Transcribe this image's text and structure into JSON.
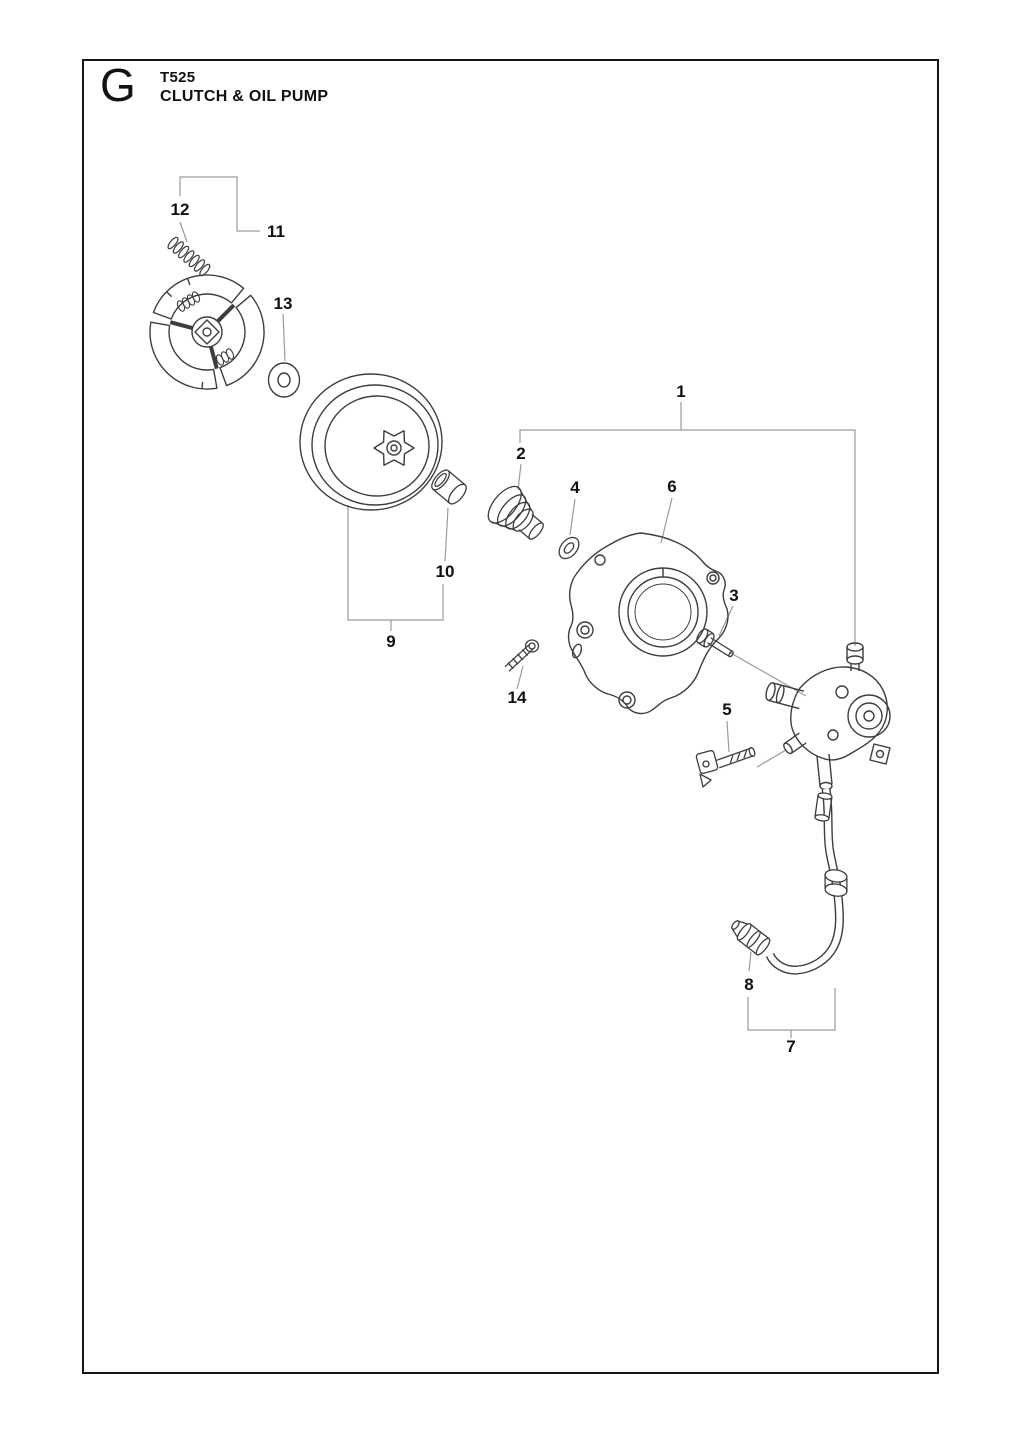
{
  "header": {
    "section_letter": "G",
    "model": "T525",
    "title": "CLUTCH & OIL PUMP"
  },
  "callouts": {
    "c1": "1",
    "c2": "2",
    "c3": "3",
    "c4": "4",
    "c5": "5",
    "c6": "6",
    "c7": "7",
    "c8": "8",
    "c9": "9",
    "c10": "10",
    "c11": "11",
    "c12": "12",
    "c13": "13",
    "c14": "14"
  }
}
